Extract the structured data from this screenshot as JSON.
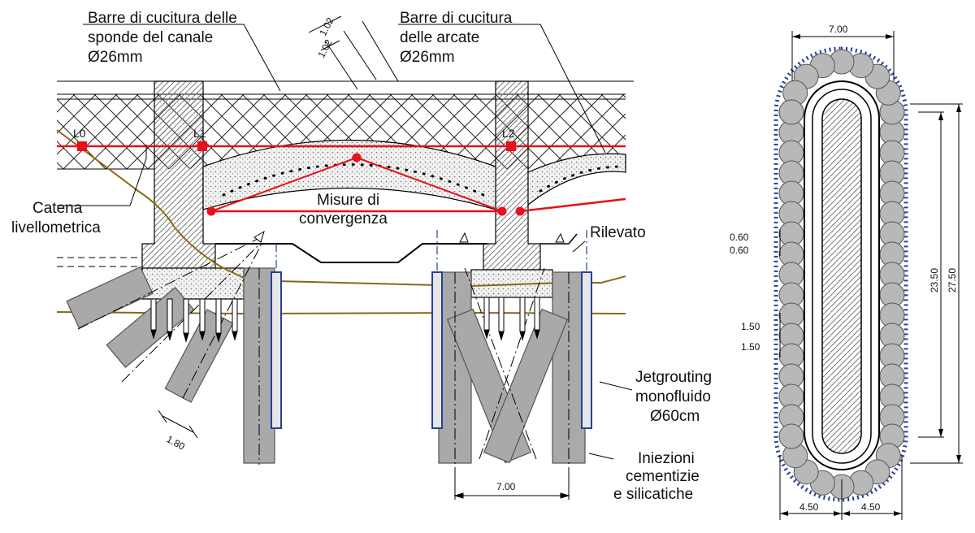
{
  "labels": {
    "barre_canale": [
      "Barre di cucitura delle",
      "sponde del canale",
      "Ø26mm"
    ],
    "barre_arcate": [
      "Barre di cucitura",
      "delle arcate",
      "Ø26mm"
    ],
    "catena": [
      "Catena",
      "livellometrica"
    ],
    "misure": [
      "Misure di",
      "convergenza"
    ],
    "rilevato": "Rilevato",
    "jet": [
      "Jetgrouting",
      "monofluido",
      "Ø60cm"
    ],
    "iniezioni": [
      "Iniezioni",
      "cementizie",
      "e silicatiche"
    ]
  },
  "points": [
    "L0",
    "L1",
    "L2"
  ],
  "dims": {
    "top_a": "1.02",
    "top_b": "1.02",
    "angle": "1.80",
    "section_span": "7.00",
    "plan_width": "7.00",
    "spacing_small_a": "0.60",
    "spacing_small_b": "0.60",
    "spacing_med_a": "1.50",
    "spacing_med_b": "1.50",
    "inner_height": "23.50",
    "outer_height": "27.50",
    "bottom_left": "4.50",
    "bottom_right": "4.50"
  },
  "colors": {
    "measure_red": "#e8101a",
    "jet_blue": "#2a3f9a",
    "ground_line": "#8a6a12",
    "column_gray": "#a9a9a9"
  }
}
